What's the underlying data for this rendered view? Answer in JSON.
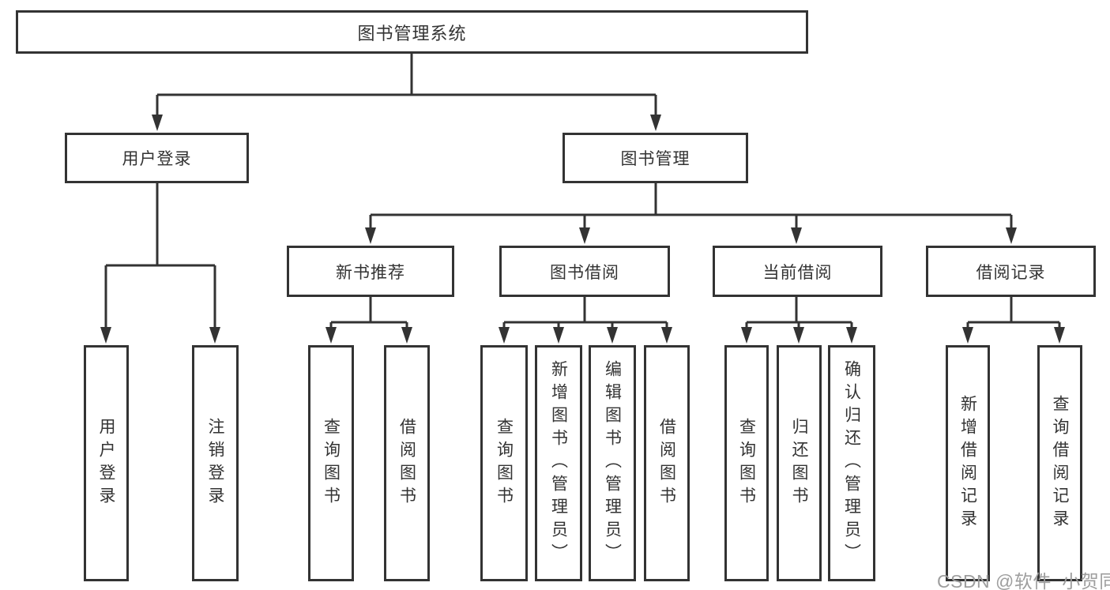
{
  "diagram_type": "hierarchy-tree",
  "colors": {
    "line": "#333333",
    "box_border": "#333333",
    "text": "#333333",
    "watermark": "#9e9e9e",
    "background": "#ffffff"
  },
  "tree": {
    "label": "图书管理系统",
    "children": [
      {
        "label": "用户登录",
        "children": [
          {
            "label": "用户登录"
          },
          {
            "label": "注销登录"
          }
        ]
      },
      {
        "label": "图书管理",
        "children": [
          {
            "label": "新书推荐",
            "children": [
              {
                "label": "查询图书"
              },
              {
                "label": "借阅图书"
              }
            ]
          },
          {
            "label": "图书借阅",
            "children": [
              {
                "label": "查询图书"
              },
              {
                "label": "新增图书（管理员）"
              },
              {
                "label": "编辑图书（管理员）"
              },
              {
                "label": "借阅图书"
              }
            ]
          },
          {
            "label": "当前借阅",
            "children": [
              {
                "label": "查询图书"
              },
              {
                "label": "归还图书"
              },
              {
                "label": "确认归还（管理员）"
              }
            ]
          },
          {
            "label": "借阅记录",
            "children": [
              {
                "label": "新增借阅记录"
              },
              {
                "label": "查询借阅记录"
              }
            ]
          }
        ]
      }
    ]
  },
  "watermark": {
    "text": "CSDN @软件_小贺同学"
  }
}
